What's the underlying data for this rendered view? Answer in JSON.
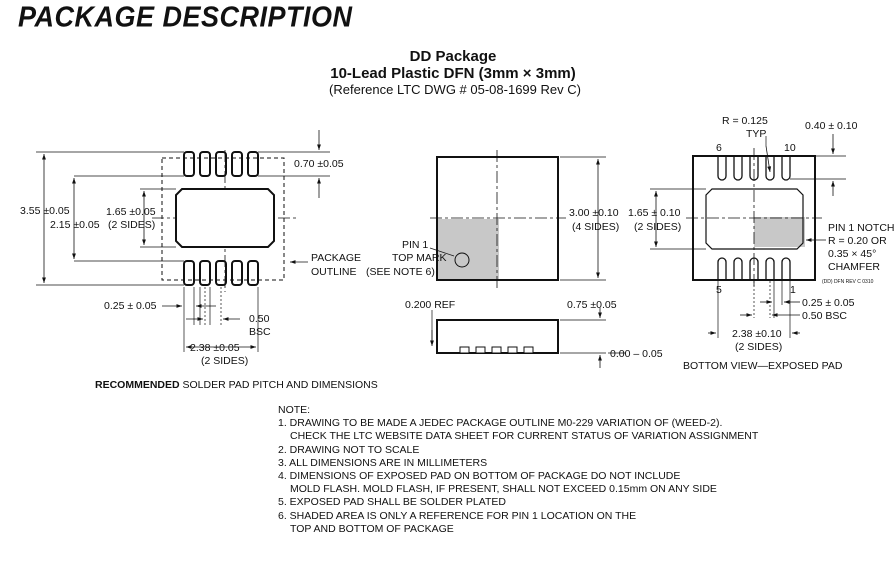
{
  "heading": "PACKAGE DESCRIPTION",
  "title": {
    "line1": "DD Package",
    "line2": "10-Lead Plastic DFN (3mm × 3mm)",
    "line3": "(Reference LTC DWG # 05-08-1699 Rev C)"
  },
  "solder_view": {
    "dim_pad_height": "0.70 ±0.05",
    "dim_total": "3.55 ±0.05",
    "dim_inner": "2.15 ±0.05",
    "dim_pad_width_val": "1.65 ±0.05",
    "dim_pad_width_sides": "(2 SIDES)",
    "package_outline_1": "PACKAGE",
    "package_outline_2": "OUTLINE",
    "dim_lead_width": "0.25 ± 0.05",
    "dim_pitch_val": "0.50",
    "dim_pitch_bsc": "BSC",
    "dim_span_val": "2.38 ±0.05",
    "dim_span_sides": "(2 SIDES)",
    "caption_bold": "RECOMMENDED",
    "caption_rest": " SOLDER PAD PITCH AND DIMENSIONS"
  },
  "top_view": {
    "pin1_line1": "PIN 1",
    "pin1_line2": "TOP MARK",
    "pin1_line3": "(SEE NOTE 6)",
    "dim_size_val": "3.00 ±0.10",
    "dim_size_sides": "(4 SIDES)",
    "dim_ref": "0.200 REF",
    "dim_thickness": "0.75 ±0.05",
    "dim_standoff": "0.00 – 0.05"
  },
  "bottom_view": {
    "radius_1": "R = 0.125",
    "radius_2": "TYP",
    "dim_notch_top": "0.40 ± 0.10",
    "pin6": "6",
    "pin10": "10",
    "pin5": "5",
    "pin1": "1",
    "dim_pad_val": "1.65 ± 0.10",
    "dim_pad_sides": "(2 SIDES)",
    "notch_1": "PIN 1 NOTCH",
    "notch_2": "R = 0.20 OR",
    "notch_3": "0.35 × 45°",
    "notch_4": "CHAMFER",
    "rev_code": "(DD) DFN REV C 0310",
    "dim_lead_width": "0.25 ± 0.05",
    "dim_pitch": "0.50 BSC",
    "dim_span_val": "2.38 ±0.10",
    "dim_span_sides": "(2 SIDES)",
    "caption": "BOTTOM VIEW—EXPOSED PAD"
  },
  "notes": {
    "title": "NOTE:",
    "n1a": "1. DRAWING TO BE MADE A JEDEC PACKAGE OUTLINE M0-229 VARIATION OF (WEED-2).",
    "n1b": "CHECK THE LTC WEBSITE DATA SHEET FOR CURRENT STATUS OF VARIATION ASSIGNMENT",
    "n2": "2. DRAWING NOT TO SCALE",
    "n3": "3. ALL DIMENSIONS ARE IN MILLIMETERS",
    "n4a": "4. DIMENSIONS OF EXPOSED PAD ON BOTTOM OF PACKAGE DO NOT INCLUDE",
    "n4b": "MOLD FLASH. MOLD FLASH, IF PRESENT, SHALL NOT EXCEED 0.15mm ON ANY SIDE",
    "n5": "5. EXPOSED PAD SHALL BE SOLDER PLATED",
    "n6a": "6. SHADED AREA IS ONLY A REFERENCE FOR PIN 1 LOCATION ON THE",
    "n6b": "TOP AND BOTTOM OF PACKAGE"
  }
}
